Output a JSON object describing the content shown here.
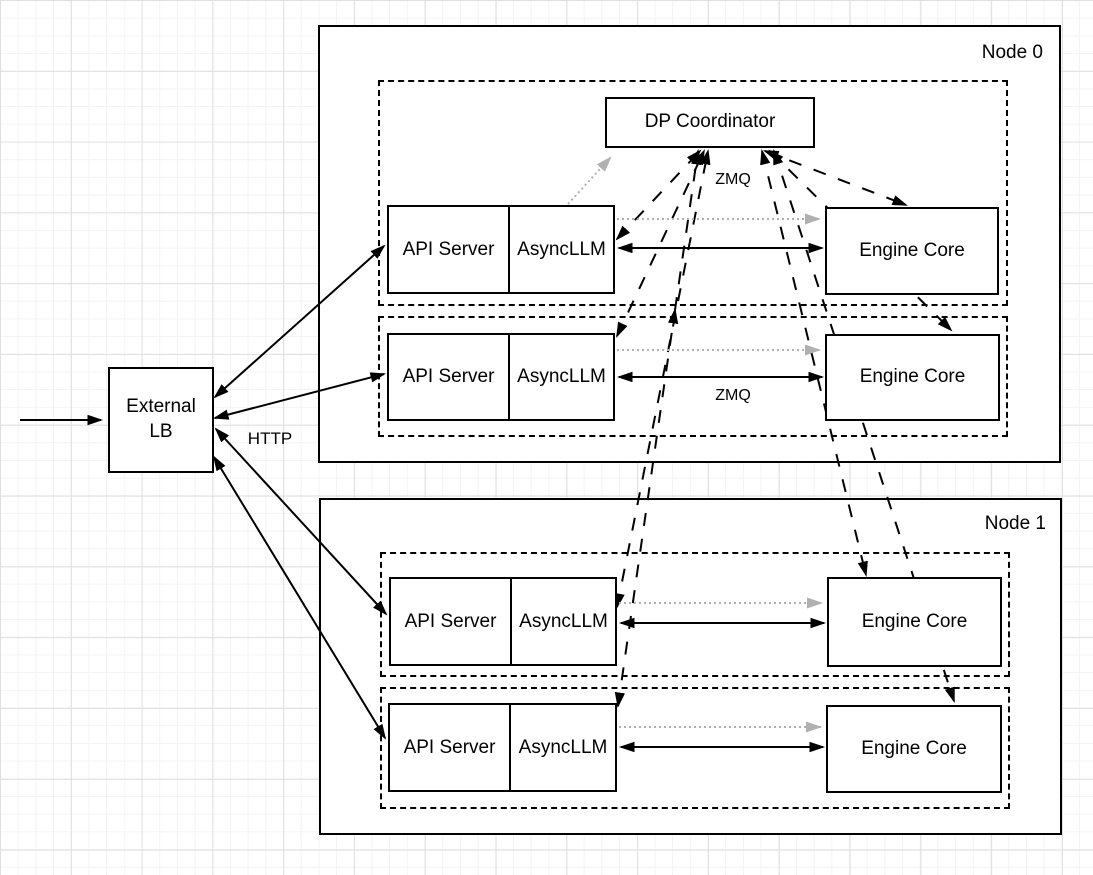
{
  "diagram": {
    "external_lb": {
      "line1": "External",
      "line2": "LB"
    },
    "dp_coordinator": {
      "label": "DP Coordinator"
    },
    "edge_labels": {
      "http": "HTTP",
      "zmq_coordinator": "ZMQ",
      "zmq_engine": "ZMQ"
    },
    "nodes": [
      {
        "name": "Node 0",
        "rows": [
          {
            "api_server": "API Server",
            "asyncllm": "AsyncLLM",
            "engine_core": "Engine Core"
          },
          {
            "api_server": "API Server",
            "asyncllm": "AsyncLLM",
            "engine_core": "Engine Core"
          }
        ]
      },
      {
        "name": "Node 1",
        "rows": [
          {
            "api_server": "API Server",
            "asyncllm": "AsyncLLM",
            "engine_core": "Engine Core"
          },
          {
            "api_server": "API Server",
            "asyncllm": "AsyncLLM",
            "engine_core": "Engine Core"
          }
        ]
      }
    ],
    "colors": {
      "stroke": "#000000",
      "secondary_arrow": "#b0b0b0",
      "box_fill": "#ffffff"
    }
  }
}
